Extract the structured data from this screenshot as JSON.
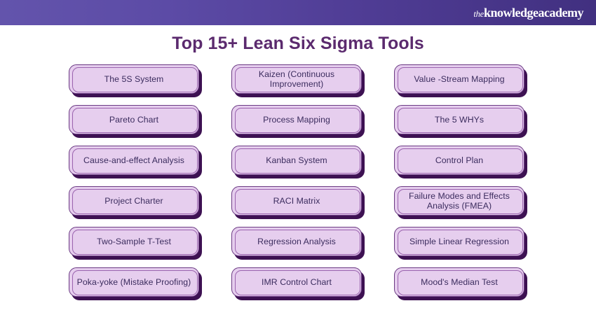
{
  "header": {
    "logo": {
      "prefix": "the",
      "main": "knowledgeacademy",
      "icon_name": "brand-logo"
    },
    "gradient_start": "#6354AC",
    "gradient_end": "#413080"
  },
  "title": "Top 15+ Lean Six Sigma Tools",
  "colors": {
    "title_text": "#5B2A6E",
    "card_fill": "#E6CEEE",
    "card_border": "#6B3A83",
    "card_inner_border": "#9A63AE",
    "card_shadow": "#3D1152",
    "card_text": "#3B2C5E",
    "page_background": "#FFFFFF"
  },
  "tools": [
    {
      "id": "the-5s-system",
      "label": "The 5S System"
    },
    {
      "id": "kaizen-continuous-improvement",
      "label": "Kaizen (Continuous Improvement)"
    },
    {
      "id": "value-stream-mapping",
      "label": "Value -Stream Mapping"
    },
    {
      "id": "pareto-chart",
      "label": "Pareto Chart"
    },
    {
      "id": "process-mapping",
      "label": "Process Mapping"
    },
    {
      "id": "the-5-whys",
      "label": "The 5 WHYs"
    },
    {
      "id": "cause-and-effect-analysis",
      "label": "Cause-and-effect Analysis"
    },
    {
      "id": "kanban-system",
      "label": "Kanban System"
    },
    {
      "id": "control-plan",
      "label": "Control Plan"
    },
    {
      "id": "project-charter",
      "label": "Project Charter"
    },
    {
      "id": "raci-matrix",
      "label": "RACI Matrix"
    },
    {
      "id": "fmea",
      "label": "Failure Modes and Effects Analysis (FMEA)"
    },
    {
      "id": "two-sample-t-test",
      "label": "Two-Sample T-Test"
    },
    {
      "id": "regression-analysis",
      "label": "Regression Analysis"
    },
    {
      "id": "simple-linear-regression",
      "label": "Simple Linear Regression"
    },
    {
      "id": "poka-yoke-mistake-proofing",
      "label": "Poka-yoke (Mistake Proofing)"
    },
    {
      "id": "imr-control-chart",
      "label": "IMR Control Chart"
    },
    {
      "id": "moods-median-test",
      "label": "Mood's Median Test"
    }
  ]
}
